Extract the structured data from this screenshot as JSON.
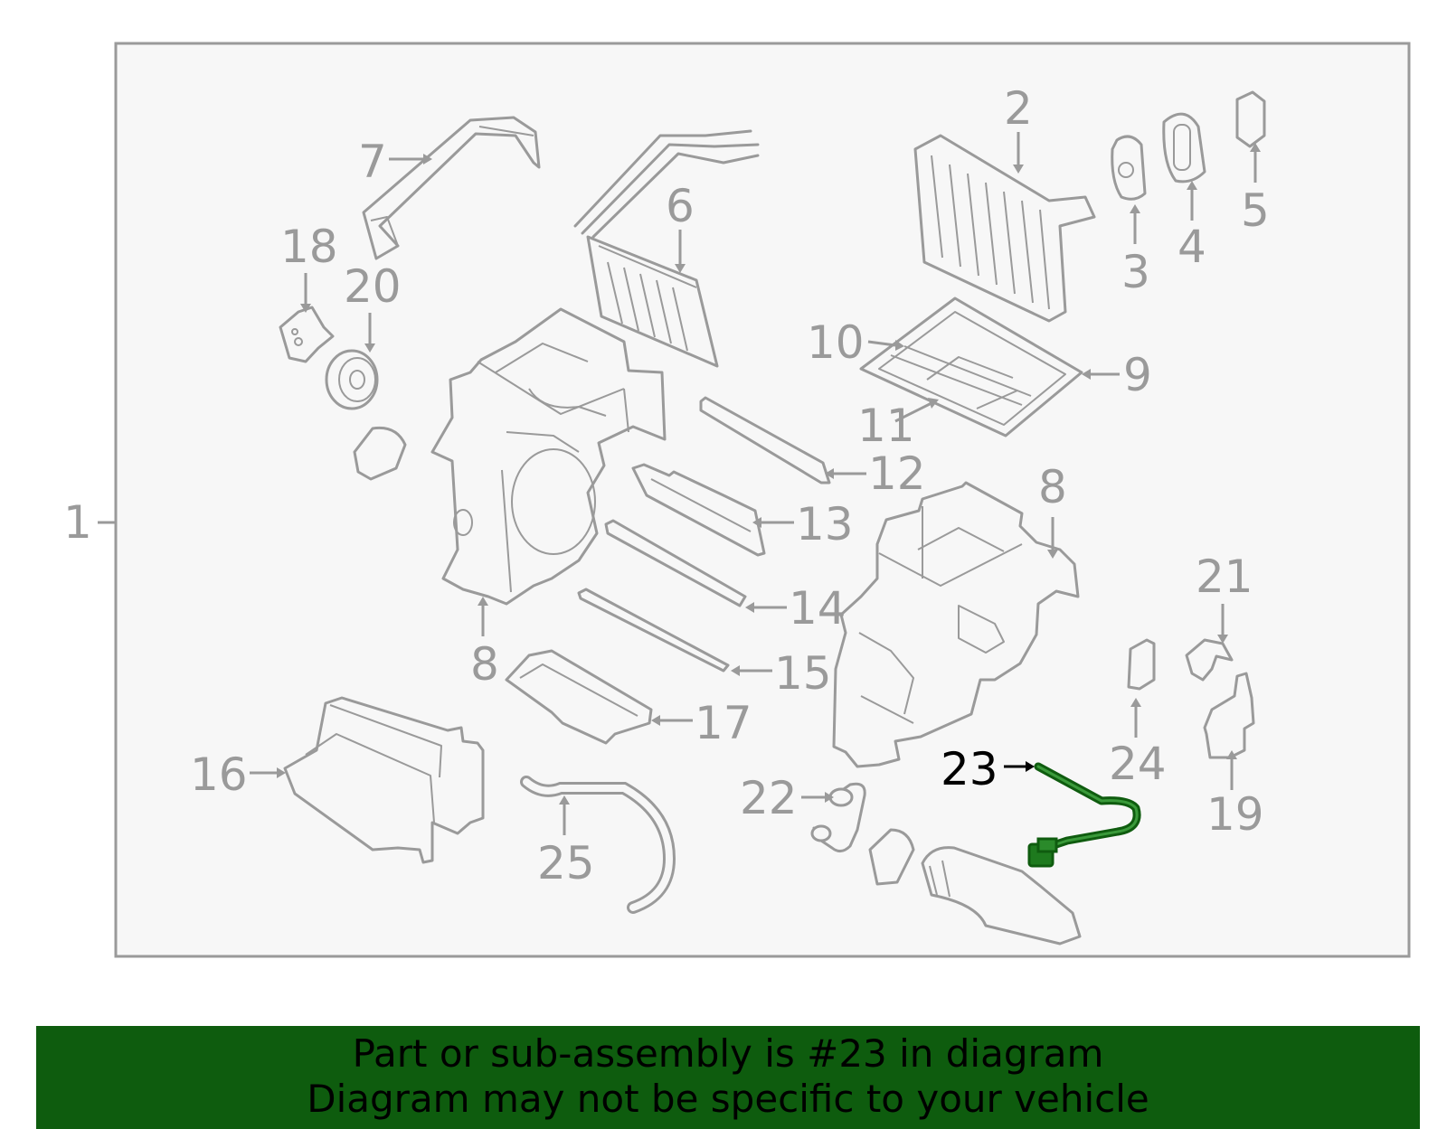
{
  "diagram": {
    "callouts": {
      "c1": "1",
      "c2": "2",
      "c3": "3",
      "c4": "4",
      "c5": "5",
      "c6": "6",
      "c7": "7",
      "c8a": "8",
      "c8b": "8",
      "c9": "9",
      "c10": "10",
      "c11": "11",
      "c12": "12",
      "c13": "13",
      "c14": "14",
      "c15": "15",
      "c16": "16",
      "c17": "17",
      "c18": "18",
      "c19": "19",
      "c20": "20",
      "c21": "21",
      "c22": "22",
      "c23": "23",
      "c24": "24",
      "c25": "25"
    },
    "highlighted_part": "23",
    "highlight_color": "#0f5c0f"
  },
  "banner": {
    "line1": "Part or sub-assembly is #23 in diagram",
    "line2": "Diagram may not be specific to your vehicle",
    "background": "#0e5c0e"
  }
}
